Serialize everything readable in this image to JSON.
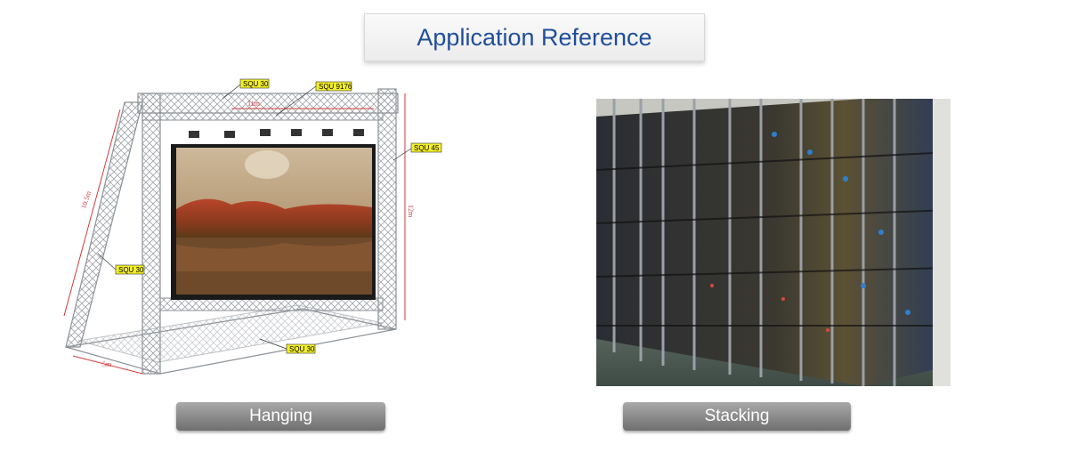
{
  "title": "Application Reference",
  "hanging": {
    "label": "Hanging",
    "tags": [
      "SQU 30",
      "SQU 9176",
      "SQU 45",
      "SQU 30",
      "SQU 30"
    ],
    "dims": [
      "11m",
      "10.5m",
      "12m",
      "5m"
    ]
  },
  "stacking": {
    "label": "Stacking"
  },
  "colors": {
    "title_text": "#1f4e9c",
    "tag_bg": "#f2ef2a",
    "dim_line": "#d23b3b"
  }
}
